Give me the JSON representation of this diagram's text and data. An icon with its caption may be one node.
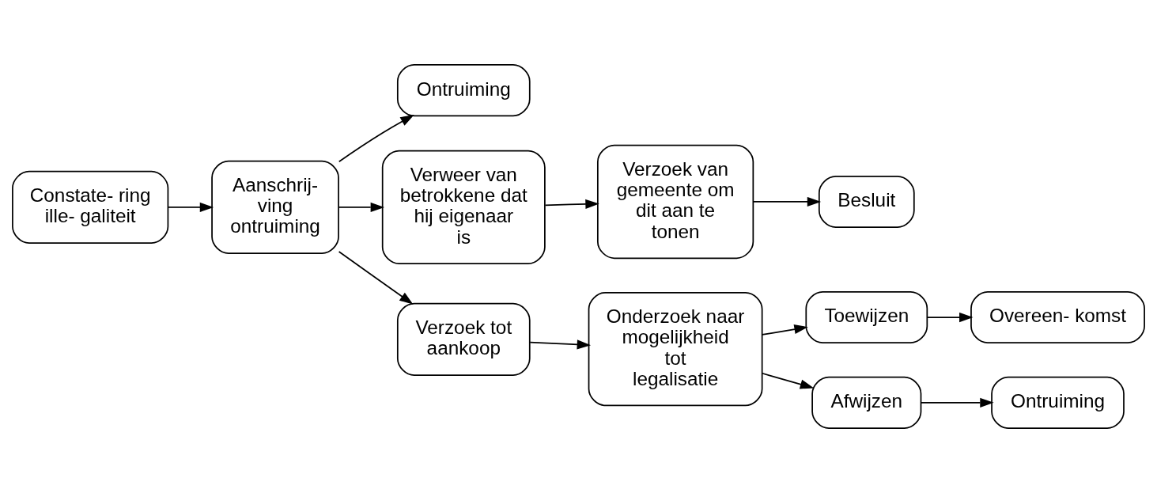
{
  "diagram": {
    "nodes": [
      {
        "text": [
          "Constate- ring ille- galiteit"
        ]
      },
      {
        "text": [
          "Aanschrij- ving ontruiming"
        ]
      },
      {
        "text": [
          "Ontruiming"
        ]
      },
      {
        "text": [
          "Verweer van betrokkene dat hij eigenaar is"
        ]
      },
      {
        "text": [
          "Verzoek van gemeente om dit aan te tonen"
        ]
      },
      {
        "text": [
          "Besluit"
        ]
      },
      {
        "text": [
          "Verzoek tot aankoop"
        ]
      },
      {
        "text": [
          "Onderzoek naar mogelijkheid tot legalisatie"
        ]
      },
      {
        "text": [
          "Toewijzen"
        ]
      },
      {
        "text": [
          "Overeen- komst"
        ]
      },
      {
        "text": [
          "Afwijzen"
        ]
      },
      {
        "text": [
          "Ontruiming"
        ]
      }
    ],
    "edges": [
      {
        "from": 0,
        "to": 1,
        "arrow": "to"
      },
      {
        "from": 1,
        "to": 2,
        "arrow": "to"
      },
      {
        "from": 1,
        "to": 3,
        "arrow": "to"
      },
      {
        "from": 1,
        "to": 6,
        "arrow": "to"
      },
      {
        "from": 3,
        "to": 4,
        "arrow": "to"
      },
      {
        "from": 4,
        "to": 5,
        "arrow": "to"
      },
      {
        "from": 6,
        "to": 7,
        "arrow": "to"
      },
      {
        "from": 7,
        "to": 8,
        "arrow": "to"
      },
      {
        "from": 7,
        "to": 10,
        "arrow": "to"
      },
      {
        "from": 8,
        "to": 9,
        "arrow": "to"
      },
      {
        "from": 10,
        "to": 11,
        "arrow": "to"
      }
    ]
  }
}
